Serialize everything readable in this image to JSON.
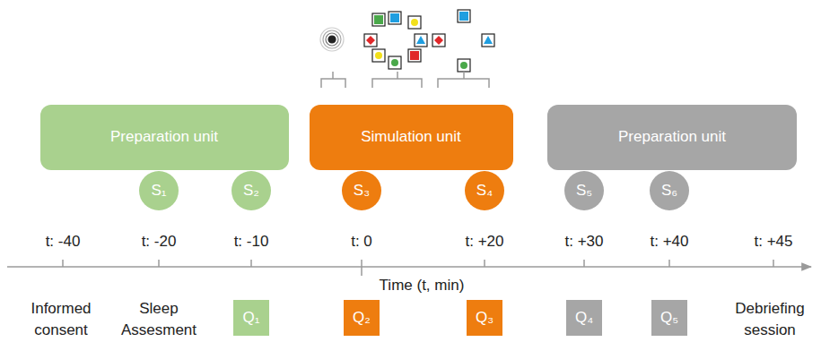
{
  "diagram": {
    "nodes": [
      {
        "text": [
          "Preparation unit"
        ]
      },
      {
        "text": [
          "Simulation unit"
        ]
      },
      {
        "text": [
          "Preparation unit"
        ]
      },
      {
        "text": [
          "S₁"
        ]
      },
      {
        "text": [
          "S₂"
        ]
      },
      {
        "text": [
          "S₃"
        ]
      },
      {
        "text": [
          "S₄"
        ]
      },
      {
        "text": [
          "S₅"
        ]
      },
      {
        "text": [
          "S₆"
        ]
      },
      {
        "text": [
          "Q₁"
        ]
      },
      {
        "text": [
          "Q₂"
        ]
      },
      {
        "text": [
          "Q₃"
        ]
      },
      {
        "text": [
          "Q₄"
        ]
      },
      {
        "text": [
          "Q₅"
        ]
      }
    ],
    "labels": [
      "t: -40",
      "t: -20",
      "t: -10",
      "t: 0",
      "t: +20",
      "t: +30",
      "t: +40",
      "t: +45",
      "Time (t, min)",
      "Informed consent",
      "Sleep Assesment",
      "Debriefing session"
    ]
  }
}
